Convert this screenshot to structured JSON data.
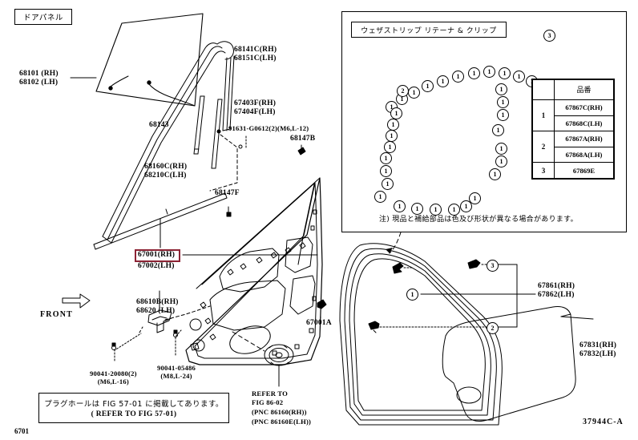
{
  "diagram": {
    "title_box": "ドアパネル",
    "sheet_code": "37944C-A",
    "page_ref": "6701",
    "front_label": "FRONT"
  },
  "left_labels": {
    "glass": "68101 (RH)\n68102 (LH)",
    "run_upper": "68141C(RH)\n68151C(LH)",
    "division_bar": "68143",
    "sash_rear": "67403F(RH)\n67404F(LH)",
    "screw": "91631-G0612(2)(M6,L-12)",
    "clip_b": "68147B",
    "belt_molding": "68160C(RH)\n68210C(LH)",
    "clip_f": "68147F",
    "door_panel": "67001(RH)",
    "door_panel_lh": "67002(LH)",
    "hinge": "68610B(RH)\n68620 (LH)",
    "bolt_left": "90041-20080(2)\n(M6,L-16)",
    "bolt_right": "90041-05486\n(M8,L-24)",
    "grommet": "67001A"
  },
  "refer_note": {
    "l1": "REFER TO",
    "l2": "FIG 86-02",
    "l3": "(PNC 86160(RH))",
    "l4": "(PNC 86160E(LH))"
  },
  "plug_note": {
    "jp": "プラグホールは FIG 57-01 に掲載してあります。",
    "en": "( REFER TO FIG 57-01)"
  },
  "weatherstrip": {
    "title": "ウェザストリップ リテーナ & クリップ",
    "note": "注) 現品と補給部品は色及び形状が異なる場合があります。",
    "callout_3": "3",
    "callout_2": "2",
    "table": {
      "header": "品番",
      "rows": [
        {
          "index": "1",
          "parts": [
            "67867C(RH)",
            "67868C(LH)"
          ]
        },
        {
          "index": "2",
          "parts": [
            "67867A(RH)",
            "67868A(LH)"
          ]
        },
        {
          "index": "3",
          "parts": [
            "67869E"
          ]
        }
      ]
    }
  },
  "right_labels": {
    "weatherstrip_door": "67861(RH)\n67862(LH)",
    "service_hole_cover": "67831(RH)\n67832(LH)",
    "callout_1": "1",
    "callout_2": "2",
    "callout_3": "3"
  }
}
